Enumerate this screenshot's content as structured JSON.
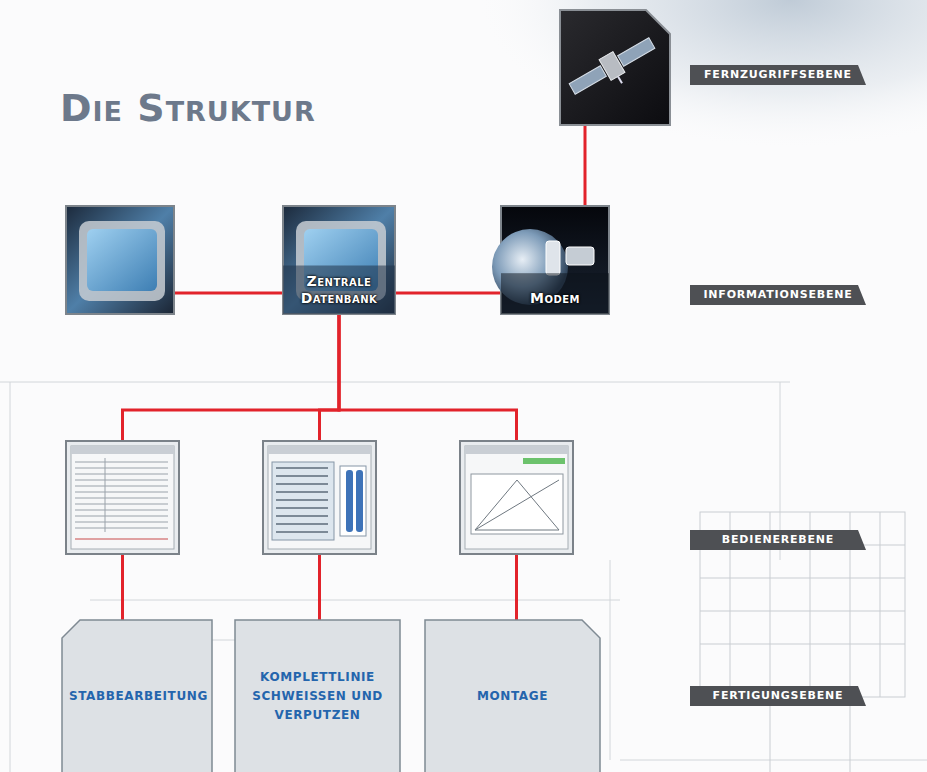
{
  "diagram": {
    "title": "Die Struktur",
    "nodes": [
      {
        "text": []
      },
      {
        "text": [
          "FERNZUGRIFFSEBENE"
        ]
      },
      {
        "text": []
      },
      {
        "text": [
          "Zentrale Datenbank"
        ]
      },
      {
        "text": [
          "Modem"
        ]
      },
      {
        "text": [
          "INFORMATIONSEBENE"
        ]
      },
      {
        "text": []
      },
      {
        "text": []
      },
      {
        "text": []
      },
      {
        "text": [
          "BEDIENEREBENE"
        ]
      },
      {
        "text": [
          "STABBEARBEITUNG"
        ]
      },
      {
        "text": [
          "KOMPLETTLINIE SCHWEISSEN UND VERPUTZEN"
        ]
      },
      {
        "text": [
          "MONTAGE"
        ]
      },
      {
        "text": [
          "FERTIGUNGSEBENE"
        ]
      }
    ],
    "edges": [
      {
        "from": 0,
        "to": 4,
        "arrow": "none"
      },
      {
        "from": 2,
        "to": 3,
        "arrow": "none"
      },
      {
        "from": 3,
        "to": 4,
        "arrow": "none"
      },
      {
        "from": 3,
        "to": 6,
        "arrow": "none"
      },
      {
        "from": 3,
        "to": 7,
        "arrow": "none"
      },
      {
        "from": 3,
        "to": 8,
        "arrow": "none"
      },
      {
        "from": 6,
        "to": 10,
        "arrow": "none"
      },
      {
        "from": 7,
        "to": 11,
        "arrow": "none"
      },
      {
        "from": 8,
        "to": 12,
        "arrow": "none"
      }
    ]
  }
}
